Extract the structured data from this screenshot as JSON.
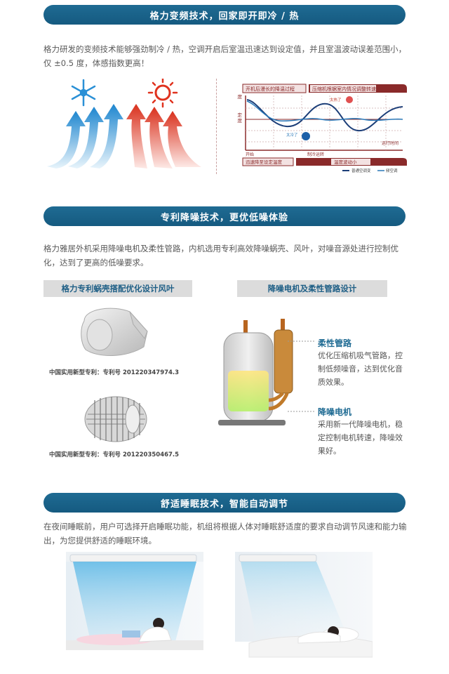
{
  "section1": {
    "title": "格力变频技术，回家即开即冷 / 热",
    "desc": "格力研发的变频技术能够强劲制冷 / 热，空调开启后室温迅速达到设定值，并且室温波动误差范围小，仅 ±0.5 度，体感指数更高！",
    "chart": {
      "tag_left_top": "开机后漫长的降温过程",
      "tag_right_top": "压缩机根据室内情况调整转速",
      "y_label_top": "温度",
      "y_label_mid": "设定\n温度",
      "start_label": "开始",
      "cool_label": "制冷运转",
      "run_time_label": "运行时间",
      "hot_label": "太热了",
      "cold_label": "太冷了",
      "tag_left_bottom": "迅速降至设定温度",
      "tag_right_bottom": "温度波动小",
      "legend_normal": "普通空调变",
      "legend_inverter": "频空调",
      "colors": {
        "normal": "#1c3e78",
        "inverter": "#2a78b8",
        "frame": "#8a2a2a"
      }
    }
  },
  "section2": {
    "title": "专利降噪技术，更优低噪体验",
    "desc": "格力雅居外机采用降噪电机及柔性管路，内机选用专利高效降噪蜗壳、风叶，对噪音源处进行控制优化，达到了更高的低噪要求。",
    "left_header": "格力专利蜗壳搭配优化设计风叶",
    "right_header": "降噪电机及柔性管路设计",
    "patent1": "中国实用新型专利：专利号 201220347974.3",
    "patent2": "中国实用新型专利：专利号 201220350467.5",
    "feature1_title": "柔性管路",
    "feature1_desc": "优化压缩机吸气管路，控制低频噪音，达到优化音质效果。",
    "feature2_title": "降噪电机",
    "feature2_desc": "采用新一代降噪电机，稳定控制电机转速，降噪效果好。"
  },
  "section3": {
    "title": "舒适睡眠技术，智能自动调节",
    "desc": "在夜间睡眠前，用户可选择开启睡眠功能，机组将根据人体对睡眠舒适度的要求自动调节风速和能力输出，为您提供舒适的睡眠环境。"
  }
}
